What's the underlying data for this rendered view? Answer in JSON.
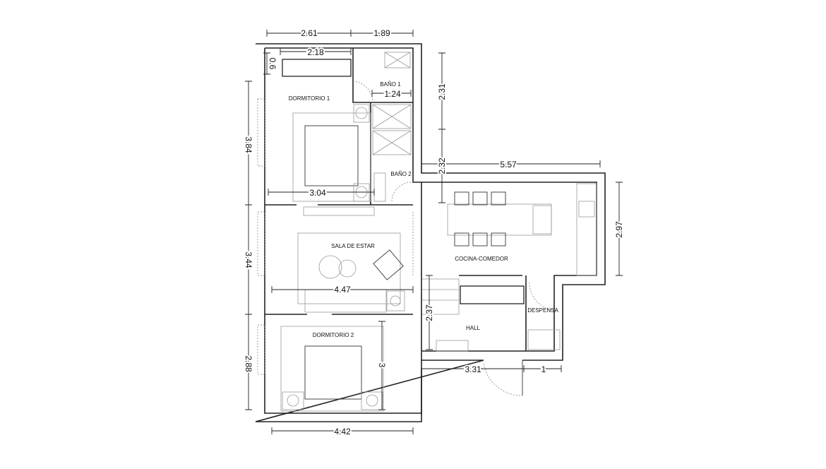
{
  "rooms": {
    "dormitorio1": "DORMITORIO 1",
    "bano1": "BAÑO 1",
    "bano2": "BAÑO 2",
    "sala": "SALA DE ESTAR",
    "dormitorio2": "DORMITORIO 2",
    "cocina": "COCINA-COMEDOR",
    "hall": "HALL",
    "despensa": "DESPENSA"
  },
  "dimensions": {
    "top_left": "2.61",
    "top_right": "1.89",
    "wardrobe": "2.18",
    "wardrobe_depth": "0.6",
    "bano1_width": "1.24",
    "bano1_height": "2.31",
    "bano2_height": "2.32",
    "kitchen_width": "5.57",
    "kitchen_height": "2.97",
    "dorm1_height": "3.84",
    "sala_height": "3.44",
    "dorm2_height": "2.88",
    "dorm1_width": "3.04",
    "sala_width": "4.47",
    "dorm2_depth": "3",
    "hall_height": "2.37",
    "hall_width": "3.31",
    "despensa_width": "1",
    "bottom_width": "4.42"
  }
}
